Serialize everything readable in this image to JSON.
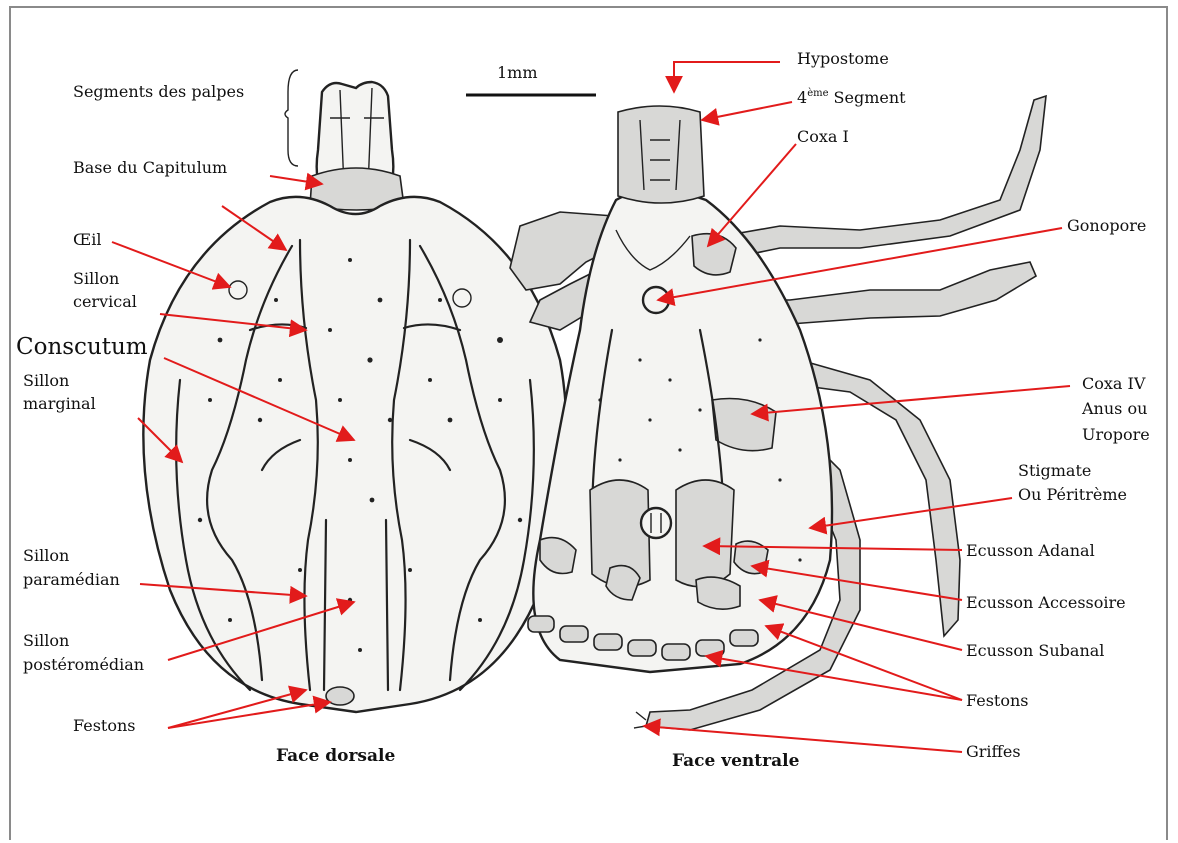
{
  "scale_bar": "1mm",
  "captions": {
    "dorsal": "Face dorsale",
    "ventral": "Face ventrale"
  },
  "left_labels": {
    "segments_palpes": "Segments des palpes",
    "base_capitulum": "Base du Capitulum",
    "oeil": "Œil",
    "sillon_cervical_1": "Sillon",
    "sillon_cervical_2": "cervical",
    "conscutum": "Conscutum",
    "sillon_marginal_1": "Sillon",
    "sillon_marginal_2": "marginal",
    "sillon_paramedian_1": "Sillon",
    "sillon_paramedian_2": "paramédian",
    "sillon_posteromedian_1": "Sillon",
    "sillon_posteromedian_2": "postéromédian",
    "festons": "Festons"
  },
  "right_labels": {
    "hypostome": "Hypostome",
    "segment4_num": "4",
    "segment4_sup": "ème",
    "segment4_word": "Segment",
    "coxa1": "Coxa I",
    "gonopore": "Gonopore",
    "coxa4": "Coxa IV",
    "anus_1": "Anus ou",
    "anus_2": "Uropore",
    "stigmate_1": "Stigmate",
    "stigmate_2": "Ou Péritrème",
    "ecusson_adanal": "Ecusson Adanal",
    "ecusson_accessoire": "Ecusson Accessoire",
    "ecusson_subanal": "Ecusson Subanal",
    "festons": "Festons",
    "griffes": "Griffes"
  },
  "colors": {
    "arrow": "#e21b1b",
    "ink": "#222222",
    "frame": "#8a8a8a"
  }
}
